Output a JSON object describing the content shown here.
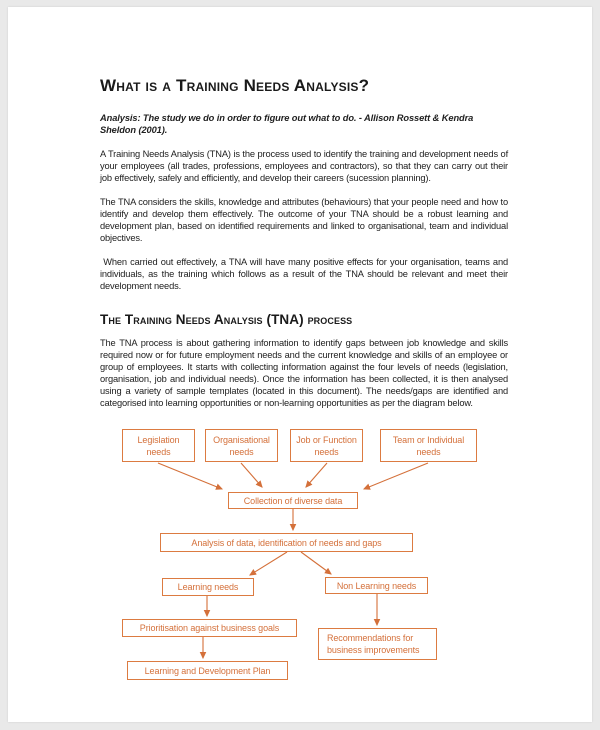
{
  "document": {
    "h1": "What is a Training Needs Analysis?",
    "quote": "Analysis: The study we do in order to figure out what to do. - Allison Rossett & Kendra Sheldon (2001).",
    "p1": "A Training Needs Analysis (TNA) is the process used to identify the training and development needs of your employees (all trades, professions, employees and contractors), so that they can carry out their job effectively, safely and efficiently, and develop their careers (sucession planning).",
    "p2": "The TNA considers the skills, knowledge and attributes (behaviours) that your people need and how to identify and develop them effectively.  The outcome of your TNA should be a robust learning and development plan, based on identified requirements and linked to organisational, team and individual objectives.",
    "p3": " When carried out effectively, a TNA will have many positive effects for your organisation, teams and individuals, as the training which follows as a result of the TNA should be relevant and meet their development needs.",
    "h2": "The Training Needs Analysis (TNA) process",
    "p4": "The TNA process is about gathering information to identify gaps between job knowledge and skills required now or for future employment needs and the current knowledge and skills of an employee or group of employees. It starts with collecting information against the four levels of needs (legislation, organisation, job and individual needs). Once the information has been collected, it is then analysed using a variety of sample templates (located in this document). The needs/gaps are identified and categorised into learning opportunities or non-learning opportunities as per the diagram below."
  },
  "diagram": {
    "accent_color": "#dc7b41",
    "boxes": {
      "legislation": "Legislation needs",
      "organisational": "Organisational needs",
      "job": "Job or Function needs",
      "team": "Team or Individual needs",
      "collection": "Collection of diverse data",
      "analysis": "Analysis of data, identification of needs and gaps",
      "learning": "Learning needs",
      "nonlearning": "Non Learning needs",
      "prioritisation": "Prioritisation against business goals",
      "ldplan": "Learning and Development Plan",
      "recommendations": "Recommendations for business improvements"
    }
  }
}
